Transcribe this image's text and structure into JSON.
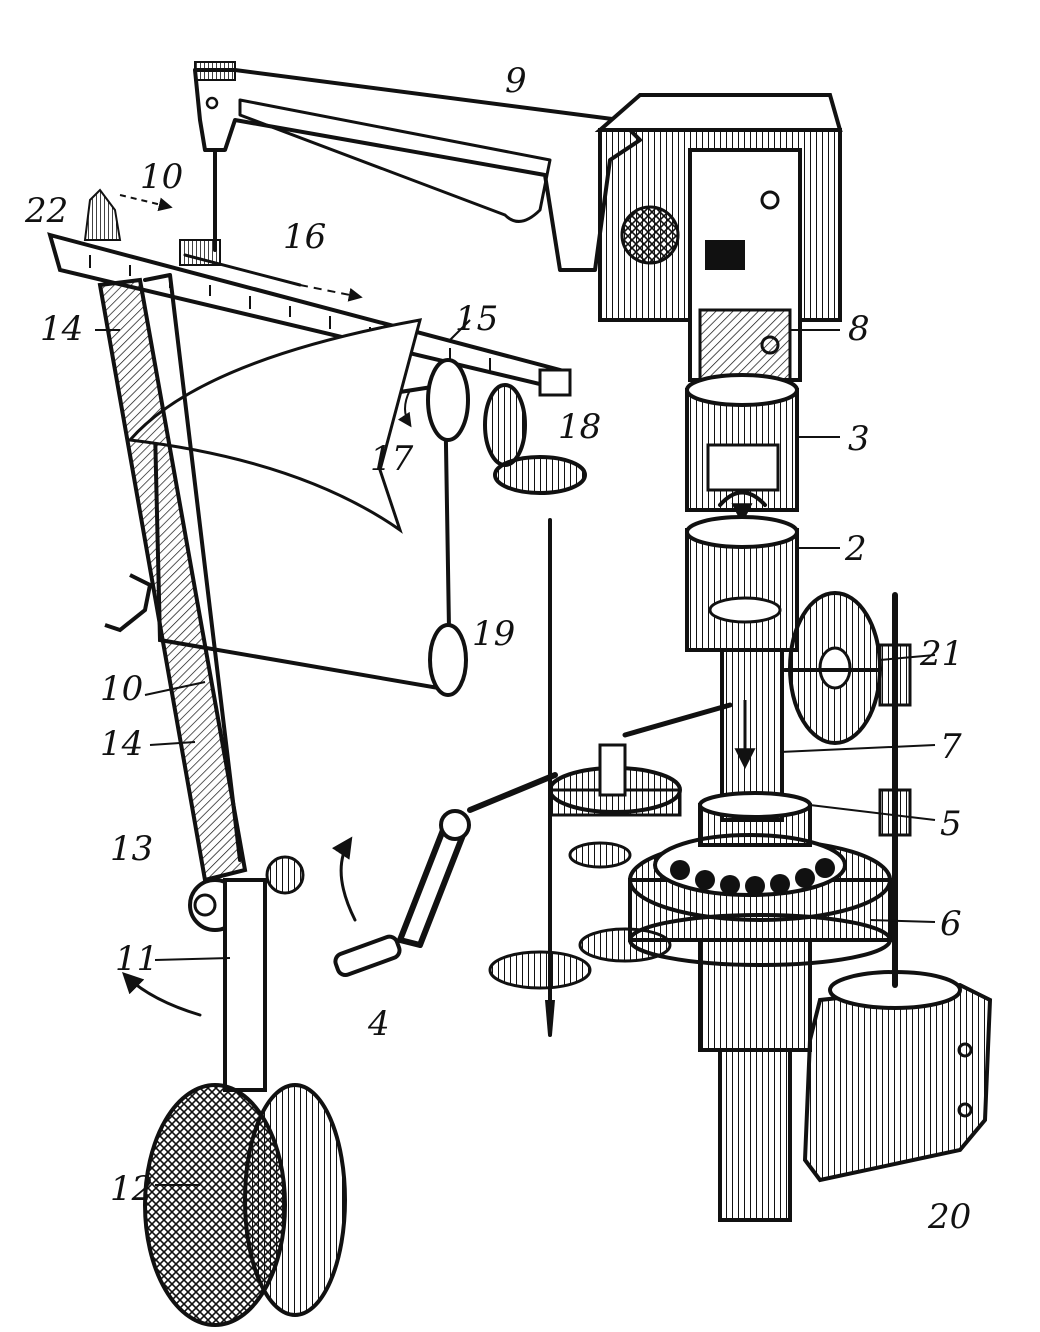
{
  "figure": {
    "labels": {
      "l2": "2",
      "l3": "3",
      "l4": "4",
      "l5": "5",
      "l6": "6",
      "l7": "7",
      "l8": "8",
      "l9": "9",
      "l10a": "10",
      "l10b": "10",
      "l11": "11",
      "l12": "12",
      "l13": "13",
      "l14a": "14",
      "l14b": "14",
      "l15": "15",
      "l16": "16",
      "l17": "17",
      "l18": "18",
      "l19": "19",
      "l20": "20",
      "l21": "21",
      "l22": "22"
    }
  },
  "colors": {
    "ink": "#111111",
    "paper": "#ffffff",
    "shade": "#555555"
  }
}
